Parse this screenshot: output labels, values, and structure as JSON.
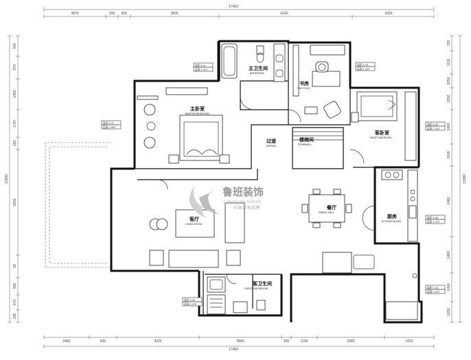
{
  "dimensions": {
    "top_total": "17450",
    "top_segments": [
      "3870",
      "200",
      "820",
      "3800",
      "6240",
      "2330"
    ],
    "bottom_total": "17450",
    "bottom_segments": [
      "2460",
      "600",
      "4220",
      "3840",
      "200",
      "1100",
      "2960",
      "1650"
    ],
    "left_total": "13380",
    "left_segments": [
      "540",
      "870",
      "1950",
      "1787",
      "135",
      "6650",
      "50",
      "999",
      "570",
      "230"
    ],
    "right_total": "13380",
    "right_segments": [
      "720",
      "1130",
      "2650",
      "1550",
      "3400",
      "1000",
      "1480",
      "1490",
      "1490",
      "1650"
    ]
  },
  "rooms": {
    "master_bath": {
      "cn": "主卫生间",
      "en": "BATHROOM"
    },
    "study": {
      "cn": "书房",
      "en": "THE STUDY"
    },
    "master_bedroom": {
      "cn": "主卧室",
      "en": "MASTER BEDROOM"
    },
    "guest_bedroom": {
      "cn": "客卧室",
      "en": "GUEST BEDROOM"
    },
    "corridor": {
      "cn": "过道",
      "en": "AVENUE"
    },
    "stairwell": {
      "cn": "楼梯间",
      "en": "STAIRWELL"
    },
    "dining": {
      "cn": "餐厅",
      "en": "DINING HALL"
    },
    "kitchen": {
      "cn": "厨房",
      "en": "KITCHEN ROOM"
    },
    "living": {
      "cn": "客厅",
      "en": "LIVING ROOM"
    },
    "guest_bath": {
      "cn": "客卫生间",
      "en": "GUEST BATHROOM"
    }
  },
  "info_boxes": {
    "bath_area": "面积 6.91",
    "bath_h": "层高 2.470",
    "study_area": "面积 9.76",
    "study_h": "层高 1.420",
    "master_area": "面积 9.71",
    "master_h": "层高 2.650",
    "guest_area": "面积 9.28",
    "guest_h": "层高 1.420",
    "kitchen_area": "面积 9.85",
    "kitchen_h": "层高 1.470",
    "gbath_area": "面积 3.90",
    "gbath_h": "层高 2.470",
    "r2_area": "面积 7.43",
    "r2_h": "层高 2.470"
  },
  "watermark": {
    "brand": "鲁班装饰",
    "en": "Luban decoration",
    "sub": "中国著名品牌"
  }
}
